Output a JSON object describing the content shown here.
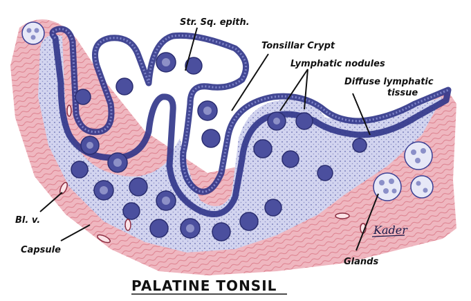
{
  "title": "PALATINE TONSIL",
  "labels": {
    "str_sq_epith": "Str. Sq. epith.",
    "tonsillar_crypt": "Tonsillar Crypt",
    "lymphatic_nodules": "Lymphatic nodules",
    "diffuse_line1": "Diffuse lymphatic",
    "diffuse_line2": "tissue",
    "bl_v": "Bl. v.",
    "capsule": "Capsule",
    "glands": "Glands"
  },
  "signature": "Kader",
  "colors": {
    "connective_tissue": "#e9a1ae",
    "connective_dark": "#d7707f",
    "epithelium": "#3a3f94",
    "lymphoid": "#c5c8e6",
    "nodule": "#4b4f9e",
    "gland": "#8b8fc8",
    "ink": "#111111"
  }
}
